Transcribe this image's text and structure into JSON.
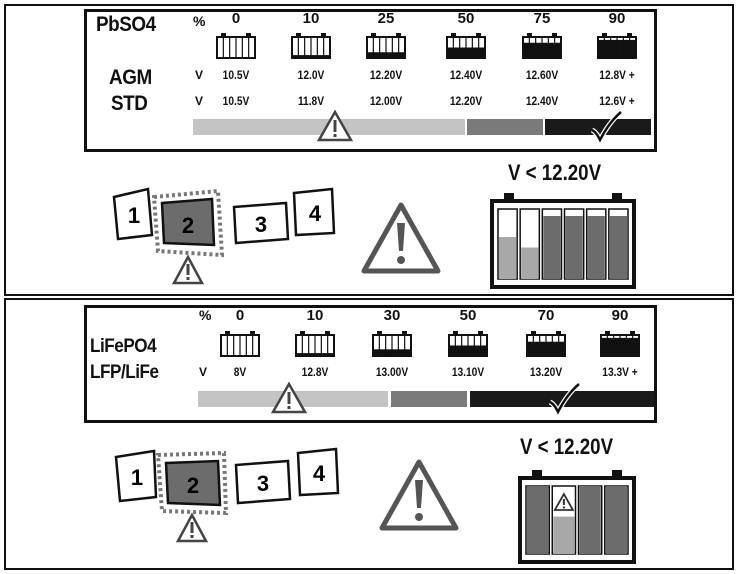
{
  "top": {
    "chemistry": "PbSO4",
    "row1_label": "AGM",
    "row2_label": "STD",
    "unit_symbol": "%",
    "volt_symbol": "V",
    "percents": [
      "0",
      "10",
      "25",
      "50",
      "75",
      "90"
    ],
    "agm_voltages": [
      "10.5V",
      "12.0V",
      "12.20V",
      "12.40V",
      "12.60V",
      "12.8V +"
    ],
    "std_voltages": [
      "10.5V",
      "11.8V",
      "12.00V",
      "12.20V",
      "12.40V",
      "12.6V +"
    ],
    "fill_levels": [
      0,
      0.1,
      0.25,
      0.5,
      0.75,
      0.9
    ],
    "steps": [
      "1",
      "2",
      "3",
      "4"
    ],
    "warning_title": "V < 12.20V",
    "cell_charge_levels": [
      0.6,
      0.45,
      0.9,
      0.9,
      0.9,
      0.9
    ]
  },
  "bottom": {
    "chemistry": "LiFePO4",
    "row1_label": "LFP/LiFe",
    "unit_symbol": "%",
    "volt_symbol": "V",
    "percents": [
      "0",
      "10",
      "30",
      "50",
      "70",
      "90"
    ],
    "voltages": [
      "8V",
      "12.8V",
      "13.00V",
      "13.10V",
      "13.20V",
      "13.3V +"
    ],
    "fill_levels": [
      0,
      0.1,
      0.3,
      0.5,
      0.7,
      0.9
    ],
    "steps": [
      "1",
      "2",
      "3",
      "4"
    ],
    "warning_title": "V < 12.20V",
    "cell_charge_levels": [
      1.0,
      0.55,
      1.0,
      1.0
    ]
  },
  "colors": {
    "light_gray": "#c4c4c4",
    "mid_gray": "#7a7a7a",
    "dark": "#1a1a1a",
    "cell_fill": "#6c6c6c",
    "cell_light": "#a8a8a8"
  }
}
